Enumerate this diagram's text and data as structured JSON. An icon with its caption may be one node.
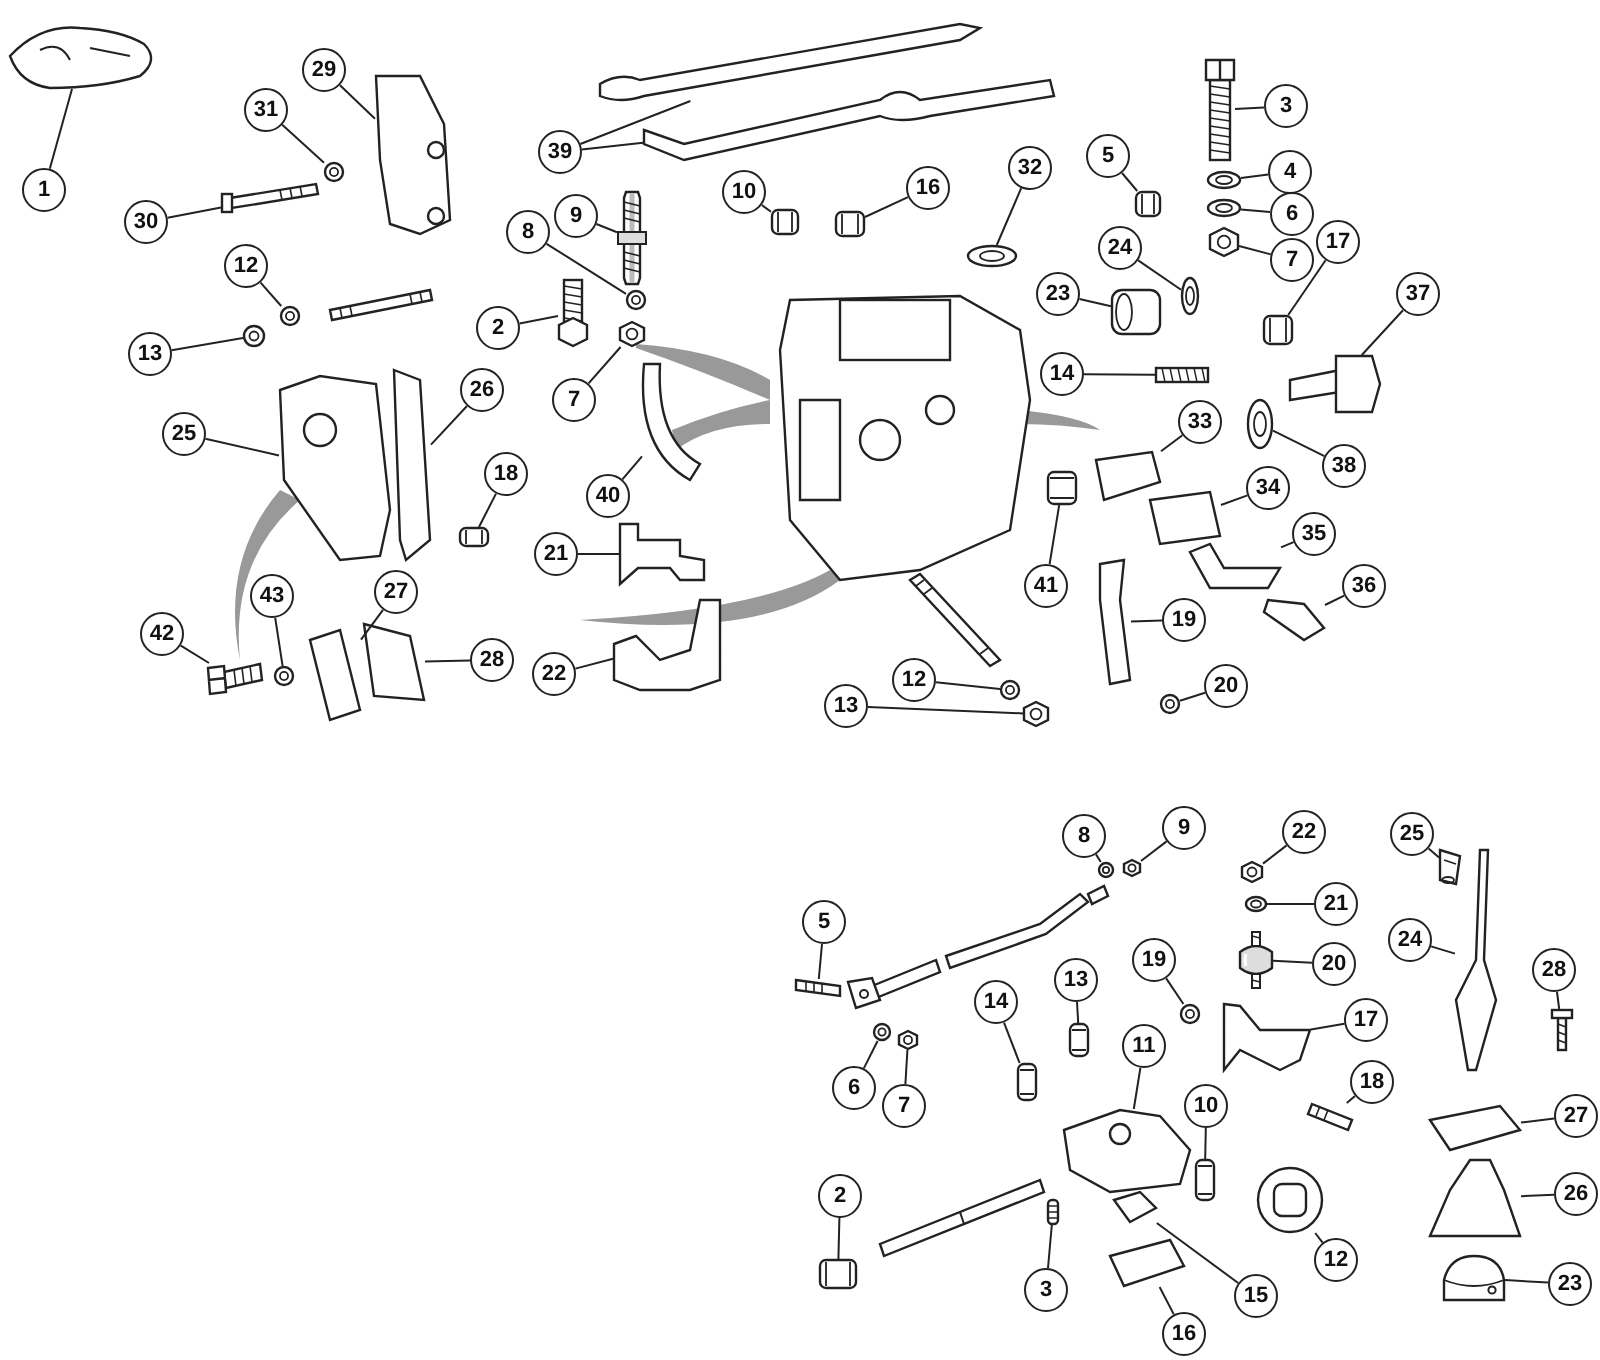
{
  "diagram": {
    "nodes": [
      {
        "text": [
          "1"
        ]
      },
      {
        "text": [
          "29"
        ]
      },
      {
        "text": [
          "31"
        ]
      },
      {
        "text": [
          "30"
        ]
      },
      {
        "text": [
          "39"
        ]
      },
      {
        "text": [
          "9"
        ]
      },
      {
        "text": [
          "8"
        ]
      },
      {
        "text": [
          "2"
        ]
      },
      {
        "text": [
          "7"
        ]
      },
      {
        "text": [
          "12"
        ]
      },
      {
        "text": [
          "13"
        ]
      },
      {
        "text": [
          "25"
        ]
      },
      {
        "text": [
          "26"
        ]
      },
      {
        "text": [
          "18"
        ]
      },
      {
        "text": [
          "40"
        ]
      },
      {
        "text": [
          "10"
        ]
      },
      {
        "text": [
          "16"
        ]
      },
      {
        "text": [
          "32"
        ]
      },
      {
        "text": [
          "3"
        ]
      },
      {
        "text": [
          "5"
        ]
      },
      {
        "text": [
          "4"
        ]
      },
      {
        "text": [
          "6"
        ]
      },
      {
        "text": [
          "7"
        ]
      },
      {
        "text": [
          "24"
        ]
      },
      {
        "text": [
          "23"
        ]
      },
      {
        "text": [
          "17"
        ]
      },
      {
        "text": [
          "37"
        ]
      },
      {
        "text": [
          "14"
        ]
      },
      {
        "text": [
          "38"
        ]
      },
      {
        "text": [
          "33"
        ]
      },
      {
        "text": [
          "34"
        ]
      },
      {
        "text": [
          "35"
        ]
      },
      {
        "text": [
          "36"
        ]
      },
      {
        "text": [
          "41"
        ]
      },
      {
        "text": [
          "19"
        ]
      },
      {
        "text": [
          "20"
        ]
      },
      {
        "text": [
          "12"
        ]
      },
      {
        "text": [
          "13"
        ]
      },
      {
        "text": [
          "21"
        ]
      },
      {
        "text": [
          "22"
        ]
      },
      {
        "text": [
          "27"
        ]
      },
      {
        "text": [
          "28"
        ]
      },
      {
        "text": [
          "42"
        ]
      },
      {
        "text": [
          "43"
        ]
      },
      {
        "text": [
          "8"
        ]
      },
      {
        "text": [
          "9"
        ]
      },
      {
        "text": [
          "22"
        ]
      },
      {
        "text": [
          "25"
        ]
      },
      {
        "text": [
          "21"
        ]
      },
      {
        "text": [
          "5"
        ]
      },
      {
        "text": [
          "20"
        ]
      },
      {
        "text": [
          "19"
        ]
      },
      {
        "text": [
          "24"
        ]
      },
      {
        "text": [
          "28"
        ]
      },
      {
        "text": [
          "13"
        ]
      },
      {
        "text": [
          "14"
        ]
      },
      {
        "text": [
          "17"
        ]
      },
      {
        "text": [
          "11"
        ]
      },
      {
        "text": [
          "6"
        ]
      },
      {
        "text": [
          "7"
        ]
      },
      {
        "text": [
          "18"
        ]
      },
      {
        "text": [
          "10"
        ]
      },
      {
        "text": [
          "27"
        ]
      },
      {
        "text": [
          "2"
        ]
      },
      {
        "text": [
          "26"
        ]
      },
      {
        "text": [
          "3"
        ]
      },
      {
        "text": [
          "15"
        ]
      },
      {
        "text": [
          "12"
        ]
      },
      {
        "text": [
          "16"
        ]
      },
      {
        "text": [
          "23"
        ]
      },
      {
        "text": [],
        "shape": "picture"
      },
      {
        "text": [],
        "shape": "picture"
      },
      {
        "text": [],
        "shape": "picture"
      },
      {
        "text": [],
        "shape": "picture"
      },
      {
        "text": [],
        "shape": "picture"
      },
      {
        "text": [],
        "shape": "picture"
      },
      {
        "text": [],
        "shape": "picture"
      },
      {
        "text": [],
        "shape": "picture"
      },
      {
        "text": [],
        "shape": "picture"
      },
      {
        "text": [],
        "shape": "picture"
      },
      {
        "text": [],
        "shape": "picture"
      },
      {
        "text": [],
        "shape": "picture"
      },
      {
        "text": [],
        "shape": "picture"
      },
      {
        "text": [],
        "shape": "picture"
      },
      {
        "text": [],
        "shape": "picture"
      },
      {
        "text": [],
        "shape": "picture"
      },
      {
        "text": [],
        "shape": "picture"
      },
      {
        "text": [],
        "shape": "picture"
      },
      {
        "text": [],
        "shape": "picture"
      },
      {
        "text": [],
        "shape": "picture"
      },
      {
        "text": [],
        "shape": "picture"
      },
      {
        "text": [],
        "shape": "picture"
      },
      {
        "text": [],
        "shape": "picture"
      },
      {
        "text": [],
        "shape": "picture"
      },
      {
        "text": [],
        "shape": "picture"
      },
      {
        "text": [],
        "shape": "picture"
      },
      {
        "text": [],
        "shape": "picture"
      },
      {
        "text": [],
        "shape": "picture"
      },
      {
        "text": [],
        "shape": "picture"
      },
      {
        "text": [],
        "shape": "picture"
      },
      {
        "text": [],
        "shape": "picture"
      },
      {
        "text": [],
        "shape": "picture"
      },
      {
        "text": [],
        "shape": "picture"
      },
      {
        "text": [],
        "shape": "picture"
      },
      {
        "text": [],
        "shape": "picture"
      },
      {
        "text": [],
        "shape": "picture"
      },
      {
        "text": [],
        "shape": "picture"
      },
      {
        "text": [],
        "shape": "picture"
      },
      {
        "text": [],
        "shape": "picture"
      },
      {
        "text": [],
        "shape": "picture"
      },
      {
        "text": [],
        "shape": "picture"
      },
      {
        "text": [],
        "shape": "picture"
      },
      {
        "text": [],
        "shape": "picture"
      },
      {
        "text": [],
        "shape": "picture"
      },
      {
        "text": [],
        "shape": "picture"
      },
      {
        "text": [],
        "shape": "picture"
      },
      {
        "text": [],
        "shape": "picture"
      },
      {
        "text": [],
        "shape": "picture"
      },
      {
        "text": [],
        "shape": "picture"
      },
      {
        "text": [],
        "shape": "picture"
      },
      {
        "text": [],
        "shape": "picture"
      },
      {
        "text": [],
        "shape": "picture"
      },
      {
        "text": [],
        "shape": "picture"
      },
      {
        "text": [],
        "shape": "picture"
      },
      {
        "text": [],
        "shape": "picture"
      },
      {
        "text": [],
        "shape": "picture"
      },
      {
        "text": [],
        "shape": "picture"
      },
      {
        "text": [],
        "shape": "picture"
      },
      {
        "text": [],
        "shape": "picture"
      },
      {
        "text": [],
        "shape": "picture"
      },
      {
        "text": [],
        "shape": "picture"
      },
      {
        "text": [],
        "shape": "picture"
      },
      {
        "text": [],
        "shape": "picture"
      },
      {
        "text": [],
        "shape": "picture"
      },
      {
        "text": [],
        "shape": "picture"
      },
      {
        "text": [],
        "shape": "picture"
      },
      {
        "text": [],
        "shape": "picture"
      },
      {
        "text": [],
        "shape": "picture"
      },
      {
        "text": [],
        "shape": "picture"
      },
      {
        "text": [],
        "shape": "picture"
      },
      {
        "text": [],
        "shape": "picture"
      }
    ],
    "edges": [
      {
        "from": 0,
        "to": 70,
        "arrow": "none"
      },
      {
        "from": 1,
        "to": 71,
        "arrow": "none"
      },
      {
        "from": 2,
        "to": 72,
        "arrow": "none"
      },
      {
        "from": 3,
        "to": 73,
        "arrow": "none"
      },
      {
        "from": 4,
        "to": 74,
        "arrow": "none"
      },
      {
        "from": 4,
        "to": 75,
        "arrow": "none"
      },
      {
        "from": 5,
        "to": 76,
        "arrow": "none"
      },
      {
        "from": 6,
        "to": 77,
        "arrow": "none"
      },
      {
        "from": 7,
        "to": 78,
        "arrow": "none"
      },
      {
        "from": 8,
        "to": 79,
        "arrow": "none"
      },
      {
        "from": 9,
        "to": 80,
        "arrow": "none"
      },
      {
        "from": 10,
        "to": 81,
        "arrow": "none"
      },
      {
        "from": 11,
        "to": 82,
        "arrow": "none"
      },
      {
        "from": 12,
        "to": 83,
        "arrow": "none"
      },
      {
        "from": 13,
        "to": 84,
        "arrow": "none"
      },
      {
        "from": 14,
        "to": 85,
        "arrow": "none"
      },
      {
        "from": 15,
        "to": 86,
        "arrow": "none"
      },
      {
        "from": 16,
        "to": 87,
        "arrow": "none"
      },
      {
        "from": 17,
        "to": 88,
        "arrow": "none"
      },
      {
        "from": 18,
        "to": 89,
        "arrow": "none"
      },
      {
        "from": 19,
        "to": 90,
        "arrow": "none"
      },
      {
        "from": 20,
        "to": 91,
        "arrow": "none"
      },
      {
        "from": 21,
        "to": 92,
        "arrow": "none"
      },
      {
        "from": 22,
        "to": 93,
        "arrow": "none"
      },
      {
        "from": 23,
        "to": 94,
        "arrow": "none"
      },
      {
        "from": 24,
        "to": 95,
        "arrow": "none"
      },
      {
        "from": 25,
        "to": 96,
        "arrow": "none"
      },
      {
        "from": 26,
        "to": 97,
        "arrow": "none"
      },
      {
        "from": 27,
        "to": 98,
        "arrow": "none"
      },
      {
        "from": 28,
        "to": 99,
        "arrow": "none"
      },
      {
        "from": 29,
        "to": 100,
        "arrow": "none"
      },
      {
        "from": 30,
        "to": 101,
        "arrow": "none"
      },
      {
        "from": 31,
        "to": 102,
        "arrow": "none"
      },
      {
        "from": 32,
        "to": 103,
        "arrow": "none"
      },
      {
        "from": 33,
        "to": 104,
        "arrow": "none"
      },
      {
        "from": 34,
        "to": 105,
        "arrow": "none"
      },
      {
        "from": 35,
        "to": 106,
        "arrow": "none"
      },
      {
        "from": 36,
        "to": 107,
        "arrow": "none"
      },
      {
        "from": 37,
        "to": 108,
        "arrow": "none"
      },
      {
        "from": 38,
        "to": 109,
        "arrow": "none"
      },
      {
        "from": 39,
        "to": 110,
        "arrow": "none"
      },
      {
        "from": 40,
        "to": 111,
        "arrow": "none"
      },
      {
        "from": 41,
        "to": 112,
        "arrow": "none"
      },
      {
        "from": 42,
        "to": 113,
        "arrow": "none"
      },
      {
        "from": 43,
        "to": 114,
        "arrow": "none"
      },
      {
        "from": 44,
        "to": 115,
        "arrow": "none"
      },
      {
        "from": 45,
        "to": 116,
        "arrow": "none"
      },
      {
        "from": 46,
        "to": 117,
        "arrow": "none"
      },
      {
        "from": 47,
        "to": 118,
        "arrow": "none"
      },
      {
        "from": 48,
        "to": 119,
        "arrow": "none"
      },
      {
        "from": 49,
        "to": 120,
        "arrow": "none"
      },
      {
        "from": 50,
        "to": 121,
        "arrow": "none"
      },
      {
        "from": 51,
        "to": 122,
        "arrow": "none"
      },
      {
        "from": 52,
        "to": 123,
        "arrow": "none"
      },
      {
        "from": 53,
        "to": 124,
        "arrow": "none"
      },
      {
        "from": 54,
        "to": 125,
        "arrow": "none"
      },
      {
        "from": 55,
        "to": 126,
        "arrow": "none"
      },
      {
        "from": 56,
        "to": 127,
        "arrow": "none"
      },
      {
        "from": 57,
        "to": 128,
        "arrow": "none"
      },
      {
        "from": 58,
        "to": 129,
        "arrow": "none"
      },
      {
        "from": 59,
        "to": 130,
        "arrow": "none"
      },
      {
        "from": 60,
        "to": 131,
        "arrow": "none"
      },
      {
        "from": 61,
        "to": 132,
        "arrow": "none"
      },
      {
        "from": 62,
        "to": 133,
        "arrow": "none"
      },
      {
        "from": 63,
        "to": 134,
        "arrow": "none"
      },
      {
        "from": 64,
        "to": 135,
        "arrow": "none"
      },
      {
        "from": 65,
        "to": 136,
        "arrow": "none"
      },
      {
        "from": 66,
        "to": 137,
        "arrow": "none"
      },
      {
        "from": 67,
        "to": 138,
        "arrow": "none"
      },
      {
        "from": 68,
        "to": 139,
        "arrow": "none"
      },
      {
        "from": 69,
        "to": 140,
        "arrow": "none"
      }
    ]
  }
}
